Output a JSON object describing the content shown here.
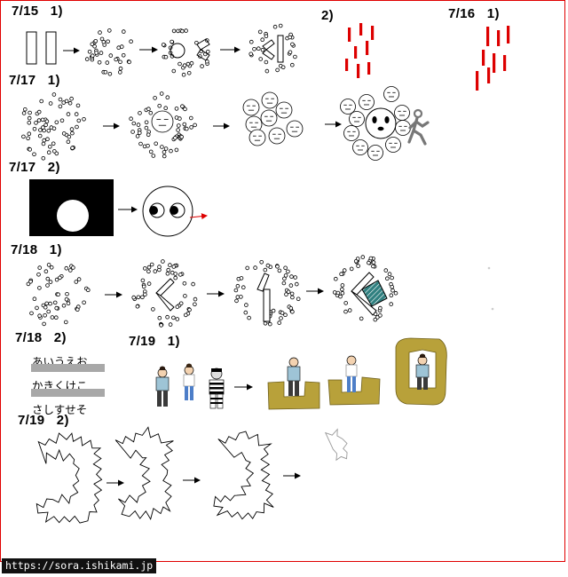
{
  "labels": {
    "l715_1": "7/15   1)",
    "l715_2": "2)",
    "l716_1": "7/16   1)",
    "l717_1": "7/17   1)",
    "l717_2": "7/17   2)",
    "l718_1": "7/18   1)",
    "l718_2": "7/18   2)",
    "l719_1": "7/19   1)",
    "l719_2": "7/19   2)"
  },
  "kana": {
    "row1": "あいうえお",
    "row2": "かきくけこ",
    "row3": "さしすせそ"
  },
  "footer": {
    "url": "https://sora.ishikami.jp"
  },
  "colors": {
    "border": "#e00000",
    "stick_red": "#dd0000",
    "gold": "#b8a13a",
    "ink": "#000000"
  }
}
